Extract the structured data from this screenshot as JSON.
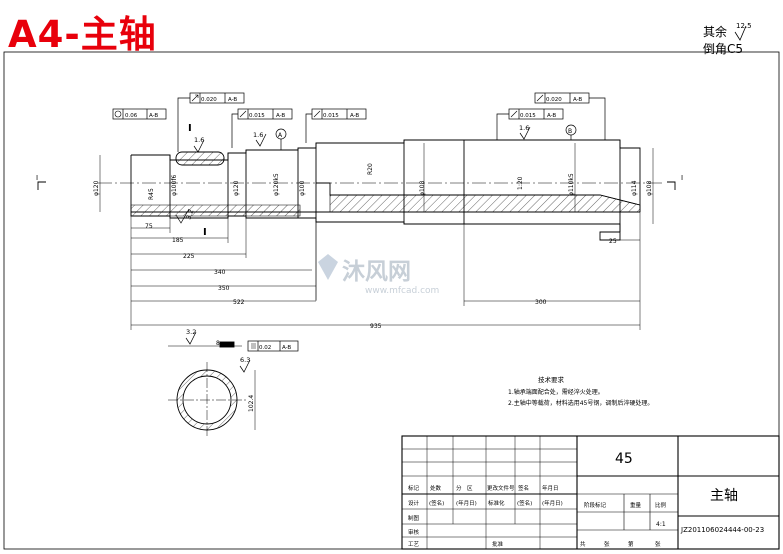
{
  "title": "A4-主轴",
  "corner_note": {
    "line1": "其余",
    "roughness": "12.5",
    "line2": "倒角C5"
  },
  "section_marks": {
    "left": "I",
    "right": "I"
  },
  "watermark": {
    "brand": "沐风网",
    "url": "www.mfcad.com"
  },
  "gdt": {
    "f1": {
      "tol": "0.020",
      "datum": "A-B"
    },
    "f2": {
      "tol": "0.015",
      "datum": "A-B"
    },
    "f3": {
      "tol": "0.015",
      "datum": "A-B"
    },
    "f4": {
      "tol": "0.020",
      "datum": "A-B"
    },
    "f5": {
      "tol": "0.015",
      "datum": "A-B"
    },
    "f6": {
      "tol": "0.06",
      "datum": "A-B"
    },
    "section": {
      "tol": "0.02",
      "datum": "A-B"
    }
  },
  "datums": {
    "a": "A",
    "b": "B"
  },
  "dims": {
    "d120": "φ120",
    "d100": "φ100f6",
    "d120b": "φ120",
    "d120k": "φ120k5",
    "d100b": "φ100",
    "d108": "φ108",
    "d110k": "φ110k5",
    "d114": "φ114",
    "d108b": "φ108",
    "r20": "R20",
    "r45": "R45",
    "ang": "1:20",
    "l75": "75",
    "l185": "185",
    "l225": "225",
    "l340": "340",
    "l350": "350",
    "l522": "522",
    "l300": "300",
    "l935": "935",
    "l25": "25",
    "rough1": "1.6",
    "rough2": "1.6",
    "rough3": "1.6",
    "rough4": "3.2",
    "rough5": "3.2",
    "rough6": "6.3",
    "sec_w": "8",
    "sec_d": "102.4"
  },
  "tech": {
    "heading": "技术要求",
    "line1": "1.轴承端面配合处，需经淬火处理。",
    "line2": "2.主轴中等载荷，材料选用45号钢，调制后淬硬处理。"
  },
  "title_block": {
    "material": "45",
    "part_name": "主轴",
    "drawing_no": "JZ201106024444-00-23",
    "scale": "4:1",
    "labels": {
      "mark": "标记",
      "count": "处数",
      "zone": "分　区",
      "doc": "更改文件号",
      "sign": "签名",
      "date": "年月日",
      "design": "设计",
      "sign2": "(签名)",
      "date2": "(年月日)",
      "std": "标准化",
      "sign3": "(签名)",
      "date3": "(年月日)",
      "draw": "制图",
      "review": "审核",
      "craft": "工艺",
      "approve": "批准",
      "stage": "阶段标记",
      "weight": "重量",
      "ratio": "比例",
      "total": "共",
      "sheets": "张",
      "no": "第",
      "sheet": "张"
    }
  }
}
